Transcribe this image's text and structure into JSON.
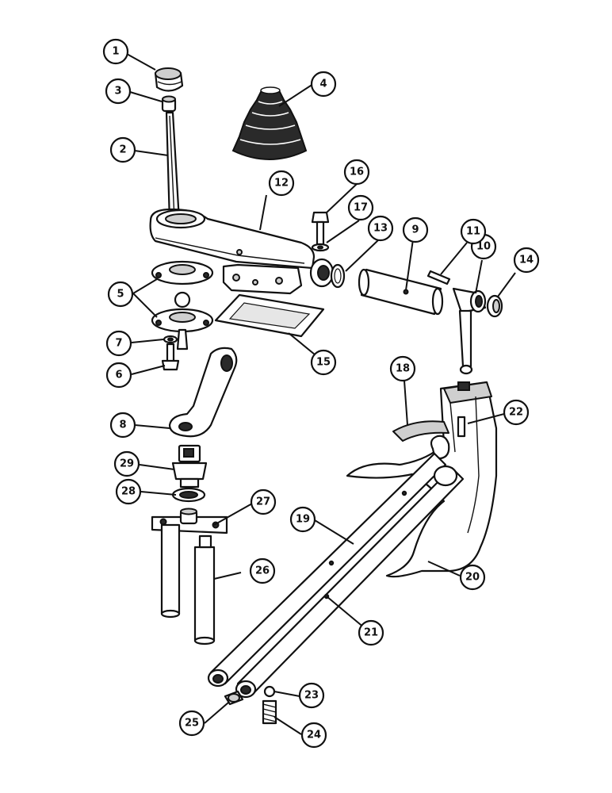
{
  "diagram": {
    "type": "exploded-parts-diagram",
    "colors": {
      "line": "#111111",
      "shade": "#cfcfcf",
      "dark": "#2a2a2a",
      "background": "#ffffff"
    },
    "callouts": [
      {
        "id": "c1",
        "label": "1"
      },
      {
        "id": "c2",
        "label": "2"
      },
      {
        "id": "c3",
        "label": "3"
      },
      {
        "id": "c4",
        "label": "4"
      },
      {
        "id": "c5",
        "label": "5"
      },
      {
        "id": "c6",
        "label": "6"
      },
      {
        "id": "c7",
        "label": "7"
      },
      {
        "id": "c8",
        "label": "8"
      },
      {
        "id": "c9",
        "label": "9"
      },
      {
        "id": "c10",
        "label": "10"
      },
      {
        "id": "c11",
        "label": "11"
      },
      {
        "id": "c12",
        "label": "12"
      },
      {
        "id": "c13",
        "label": "13"
      },
      {
        "id": "c14",
        "label": "14"
      },
      {
        "id": "c15",
        "label": "15"
      },
      {
        "id": "c16",
        "label": "16"
      },
      {
        "id": "c17",
        "label": "17"
      },
      {
        "id": "c18",
        "label": "18"
      },
      {
        "id": "c19",
        "label": "19"
      },
      {
        "id": "c20",
        "label": "20"
      },
      {
        "id": "c21",
        "label": "21"
      },
      {
        "id": "c22",
        "label": "22"
      },
      {
        "id": "c23",
        "label": "23"
      },
      {
        "id": "c24",
        "label": "24"
      },
      {
        "id": "c25",
        "label": "25"
      },
      {
        "id": "c26",
        "label": "26"
      },
      {
        "id": "c27",
        "label": "27"
      },
      {
        "id": "c28",
        "label": "28"
      },
      {
        "id": "c29",
        "label": "29"
      }
    ]
  }
}
